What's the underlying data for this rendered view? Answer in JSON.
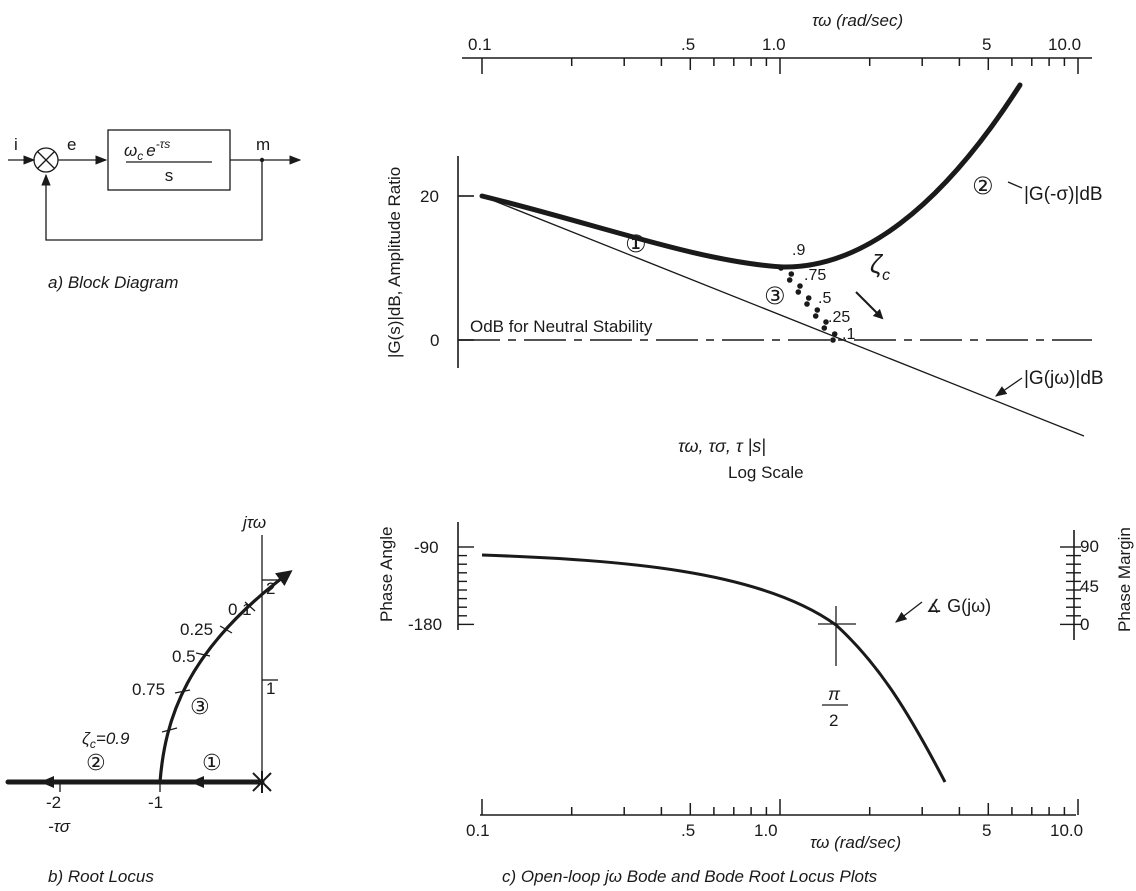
{
  "block": {
    "input": "i",
    "error": "e",
    "output": "m",
    "tf_num_main": "ω",
    "tf_num_sub": "c",
    "tf_num_exp": "e",
    "tf_num_sup": "-τs",
    "tf_den": "s",
    "caption": "a) Block Diagram"
  },
  "root_locus": {
    "caption": "b) Root Locus",
    "yaxis_label": "jτω",
    "xaxis_label": "-τσ",
    "x_ticks": [
      "-2",
      "-1"
    ],
    "y_ticks": [
      "1",
      "2"
    ],
    "zeta_prefix": "ζ",
    "zeta_sub": "c",
    "zeta_labels": [
      "=0.9",
      "0.75",
      "0.5",
      "0.25",
      "0.1"
    ],
    "branch_labels": [
      "②",
      "①",
      "③"
    ]
  },
  "bode": {
    "caption": "c) Open-loop jω Bode and Bode Root Locus Plots",
    "top_axis_title": "τω (rad/sec)",
    "bottom_axis_title": "τω (rad/sec)",
    "freq_ticks": [
      "0.1",
      ".5",
      "1.0",
      "5",
      "10.0"
    ],
    "amp_ylabel": "|G(s)|dB, Amplitude Ratio",
    "amp_yticks": [
      "20",
      "0"
    ],
    "neutral_label": "OdB for Neutral Stability",
    "g_sigma_label": "|G(-σ)|dB",
    "g_jw_label": "|G(jω)|dB",
    "mid_label_1": "τω, τσ, τ |s|",
    "mid_label_2": "Log Scale",
    "zeta_symbol": "ζ",
    "zeta_sub": "c",
    "zeta_points": [
      ".9",
      ".75",
      ".5",
      ".25",
      ".1"
    ],
    "curve_labels": [
      "①",
      "②",
      "③"
    ],
    "phase_ylabel": "Phase Angle",
    "phase_yticks": [
      "-90",
      "-180"
    ],
    "margin_ylabel": "Phase Margin",
    "margin_yticks": [
      "90",
      "45",
      "0"
    ],
    "phase_curve_label": "∡ G(jω)",
    "pi_num": "π",
    "pi_den": "2"
  }
}
